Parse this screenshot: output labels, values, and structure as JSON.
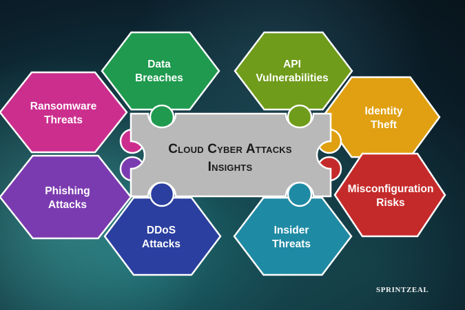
{
  "center": {
    "line1": "Cloud Cyber Attacks",
    "line2": "Insights"
  },
  "hexagons": [
    {
      "id": "data-breaches",
      "line1": "Data",
      "line2": "Breaches",
      "color": "#1f9a4f"
    },
    {
      "id": "api-vulnerabilities",
      "line1": "API",
      "line2": "Vulnerabilities",
      "color": "#6f9c1a"
    },
    {
      "id": "ransomware-threats",
      "line1": "Ransomware",
      "line2": "Threats",
      "color": "#cc2e8e"
    },
    {
      "id": "identity-theft",
      "line1": "Identity",
      "line2": "Theft",
      "color": "#e0a011"
    },
    {
      "id": "phishing-attacks",
      "line1": "Phishing",
      "line2": "Attacks",
      "color": "#7b3bb0"
    },
    {
      "id": "misconfiguration-risks",
      "line1": "Misconfiguration",
      "line2": "Risks",
      "color": "#c52a2a"
    },
    {
      "id": "ddos-attacks",
      "line1": "DDoS",
      "line2": "Attacks",
      "color": "#2b3fa0"
    },
    {
      "id": "insider-threats",
      "line1": "Insider",
      "line2": "Threats",
      "color": "#1f8aa4"
    }
  ],
  "center_color": "#b9b9b9",
  "logo": {
    "text": "SPRINTZEAL",
    "tagline": ""
  }
}
